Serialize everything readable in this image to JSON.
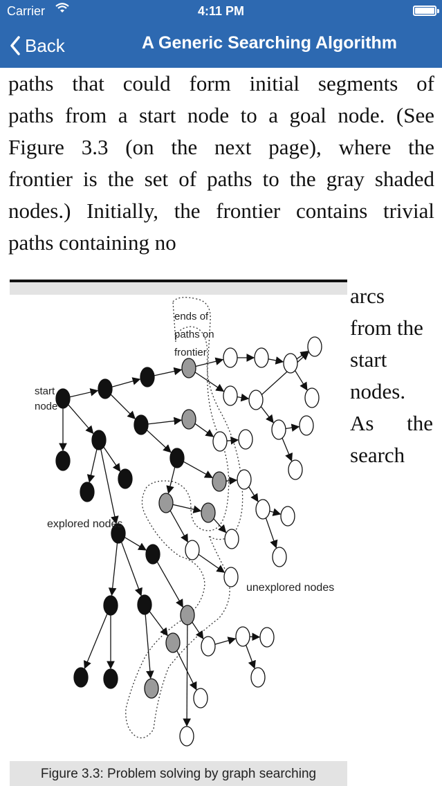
{
  "status": {
    "carrier": "Carrier",
    "time": "4:11 PM"
  },
  "nav": {
    "back_label": "Back",
    "title": "A Generic Searching Algorithm"
  },
  "body": {
    "lines": [
      "paths that could form initial segments of",
      "paths from a start node to a goal node. (See",
      "Figure 3.3 (on the next page), where the",
      "frontier is the set of paths to the gray shaded",
      "nodes.) Initially, the frontier contains trivial",
      "paths containing no"
    ],
    "side_lines": [
      "arcs",
      "from the",
      "start",
      "nodes.",
      "As the",
      "search"
    ]
  },
  "figure": {
    "label_frontier_1": "ends of",
    "label_frontier_2": "paths on",
    "label_frontier_3": "frontier",
    "label_start_1": "start",
    "label_start_2": "node",
    "label_explored": "explored nodes",
    "label_unexplored": "unexplored nodes",
    "caption": "Figure 3.3: Problem solving by graph searching"
  },
  "colors": {
    "nav": "#2d69b1",
    "explored": "#111111",
    "frontier": "#9a9a9a",
    "unexplored": "#ffffff"
  }
}
